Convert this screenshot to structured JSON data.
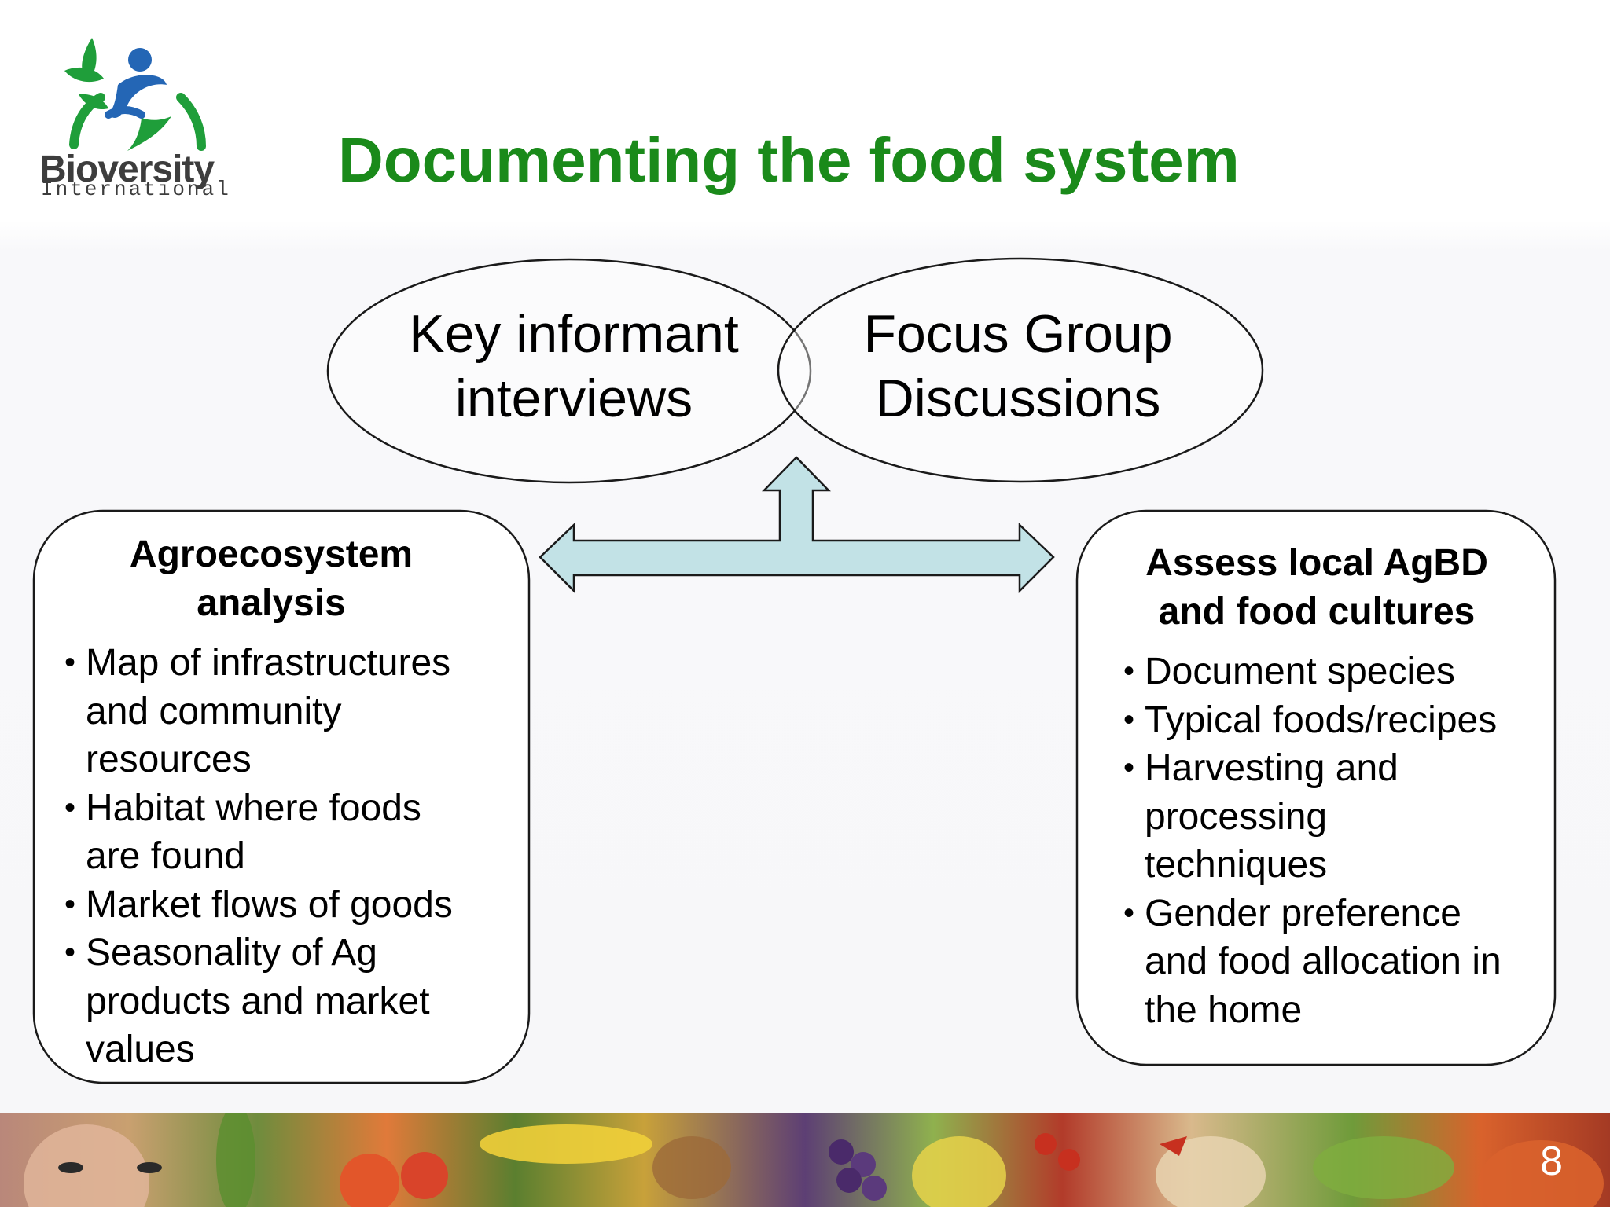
{
  "logo": {
    "wordmark": "Bioversity",
    "subtext": "International"
  },
  "title": "Documenting the food system",
  "ellipses": {
    "left": [
      "Key informant",
      "interviews"
    ],
    "right": [
      "Focus Group",
      "Discussions"
    ]
  },
  "left_box": {
    "title": [
      "Agroecosystem",
      "analysis"
    ],
    "items": [
      [
        "Map of infrastructures",
        "and community",
        "resources"
      ],
      [
        "Habitat where foods",
        "are found"
      ],
      [
        "Market flows of goods"
      ],
      [
        "Seasonality of Ag",
        "products and market",
        "values"
      ]
    ]
  },
  "right_box": {
    "title": [
      "Assess local AgBD",
      "and food cultures"
    ],
    "items": [
      [
        "Document species"
      ],
      [
        "Typical foods/recipes"
      ],
      [
        "Harvesting and",
        "processing",
        "techniques"
      ],
      [
        "Gender preference",
        "and food allocation in",
        "the home"
      ]
    ]
  },
  "page_number": "8",
  "colors": {
    "title": "#1a8a1a",
    "arrow_fill": "#c2e2e6",
    "stroke": "#1a1a1a"
  }
}
